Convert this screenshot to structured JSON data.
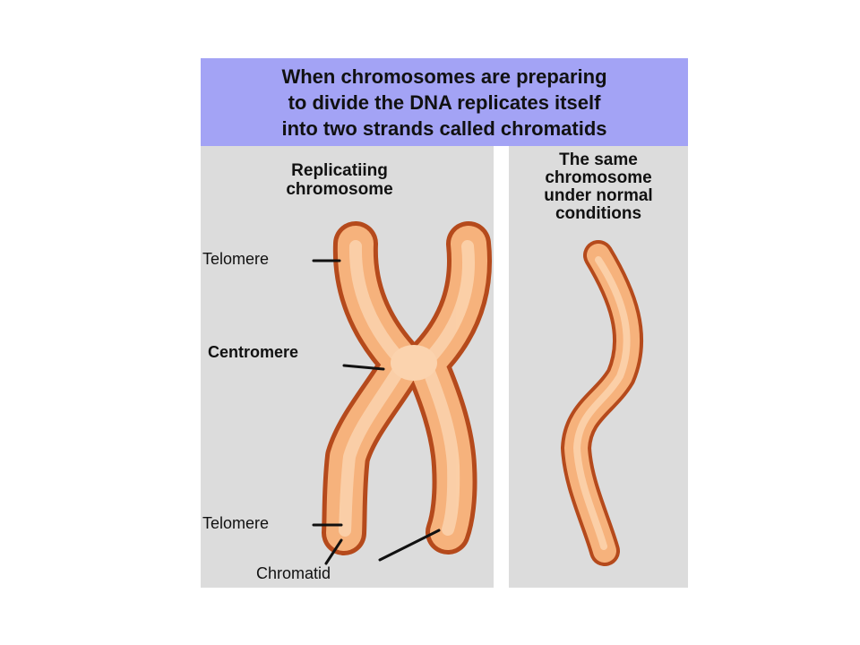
{
  "header": {
    "lines": [
      "When chromosomes are preparing",
      "to divide the DNA replicates itself",
      "into two strands called chromatids"
    ]
  },
  "left_panel": {
    "heading_lines": [
      "Replicatiing",
      "chromosome"
    ]
  },
  "right_panel": {
    "heading_lines": [
      "The same",
      "chromosome",
      "under normal",
      "conditions"
    ]
  },
  "labels": {
    "telomere_top": "Telomere",
    "centromere": "Centromere",
    "telomere_bottom": "Telomere",
    "chromatid": "Chromatid"
  },
  "colors": {
    "header_bg": "#a3a3f5",
    "panel_bg": "#dcdcdc",
    "chromosome_fill": "#f7b784",
    "chromosome_outline": "#b54a1c"
  }
}
